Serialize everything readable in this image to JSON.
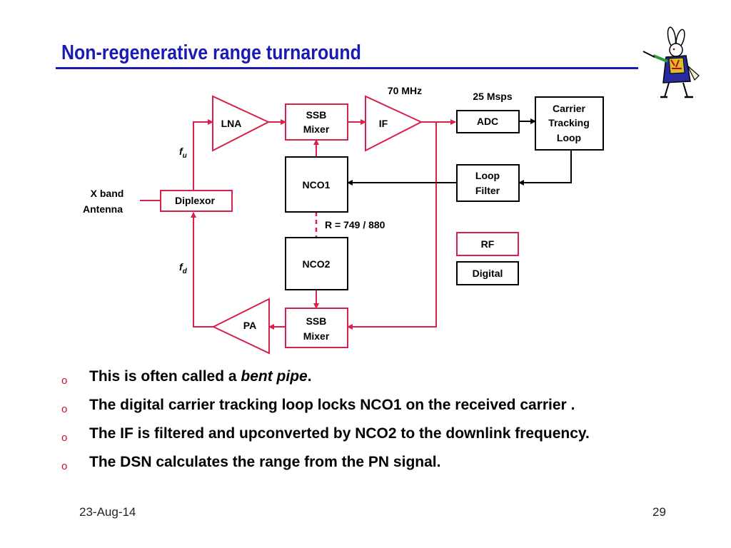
{
  "title": "Non-regenerative range turnaround",
  "diagram": {
    "blocks": {
      "lna": "LNA",
      "ssb_mixer_top": [
        "SSB",
        "Mixer"
      ],
      "if_amp": "IF",
      "adc": "ADC",
      "carrier_tracking_loop": [
        "Carrier",
        "Tracking",
        "Loop"
      ],
      "nco1": "NCO1",
      "loop_filter": [
        "Loop",
        "Filter"
      ],
      "diplexor": "Diplexor",
      "nco2": "NCO2",
      "pa": "PA",
      "ssb_mixer_bottom": [
        "SSB",
        "Mixer"
      ]
    },
    "labels": {
      "freq_70": "70 MHz",
      "rate_25": "25 Msps",
      "antenna": [
        "X band",
        "Antenna"
      ],
      "f_u": {
        "base": "f",
        "sub": "u"
      },
      "f_d": {
        "base": "f",
        "sub": "d"
      },
      "ratio": "R = 749 / 880"
    },
    "legend": {
      "rf": "RF",
      "digital": "Digital"
    },
    "colors": {
      "rf": "#d9204a",
      "digital": "#000000"
    }
  },
  "bullets": [
    {
      "marker": "o",
      "prefix": "This is often called a ",
      "emphasis": "bent pipe",
      "suffix": "."
    },
    {
      "marker": "o",
      "text": "The digital carrier tracking loop locks NCO1 on the received carrier ."
    },
    {
      "marker": "o",
      "text": "The IF is filtered and upconverted by NCO2 to the downlink frequency."
    },
    {
      "marker": "o",
      "text": "The DSN calculates the range from the PN signal."
    }
  ],
  "footer": {
    "date": "23-Aug-14",
    "page": "29"
  },
  "logo_icon": "white-rabbit-icon",
  "title_color": "#1a1ab5"
}
